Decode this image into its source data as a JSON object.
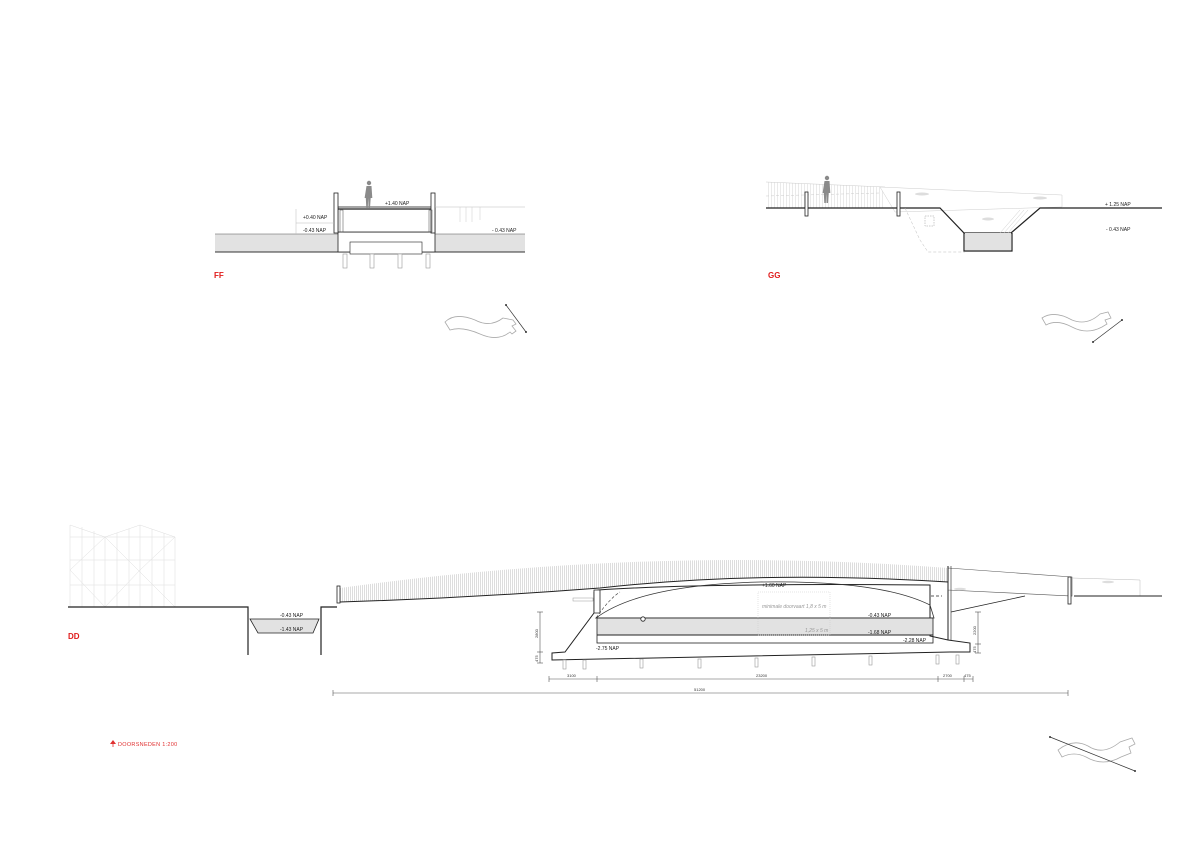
{
  "sheet": {
    "caption": "DOORSNEDEN 1:200",
    "caption_icon": "north-arrow-icon",
    "accent_color": "#e01a1a"
  },
  "section_ff": {
    "title": "FF",
    "levels": {
      "deck": "+1.40 NAP",
      "left_upper": "+0.40 NAP",
      "left_water": "-0.43 NAP",
      "right_water": "- 0.43 NAP"
    }
  },
  "section_gg": {
    "title": "GG",
    "levels": {
      "ground": "+ 1.25 NAP",
      "water": "- 0.43 NAP"
    }
  },
  "section_dd": {
    "title": "DD",
    "levels": {
      "ditch_top": "-0.43 NAP",
      "ditch_bottom": "-1.43 NAP",
      "deck_top": "+1.60 NAP",
      "water_level": "-0.43 NAP",
      "water_bottom": "-1.68 NAP",
      "tunnel_floor_right": "-2.28 NAP",
      "tunnel_floor_left": "-2.75 NAP"
    },
    "clearance_labels": {
      "minimum": "minimale doorvaart 1,8 x 5 m",
      "water": "1,25 x 5 m"
    },
    "vertical_dims": {
      "left_height": "2800",
      "left_base": "475",
      "right_height": "2200",
      "right_base": "475"
    },
    "horizontal_dims": {
      "seg1": "3100",
      "seg2": "23200",
      "seg3": "2700",
      "seg4": "475",
      "total": "51200"
    }
  },
  "key_plans": [
    {
      "name": "key-plan-ff",
      "icon": "key-plan-icon"
    },
    {
      "name": "key-plan-gg",
      "icon": "key-plan-icon"
    },
    {
      "name": "key-plan-dd",
      "icon": "key-plan-icon"
    }
  ]
}
